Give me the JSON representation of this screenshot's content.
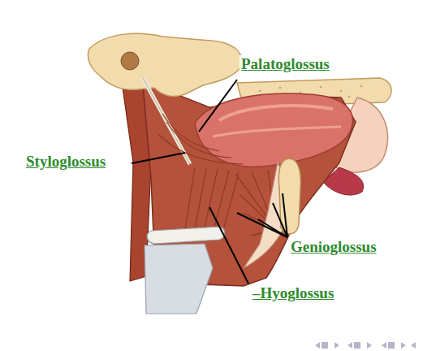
{
  "diagram": {
    "labels": [
      "Palatoglossus",
      "Styloglossus",
      "Genioglossus",
      "–Hyoglossus"
    ]
  }
}
